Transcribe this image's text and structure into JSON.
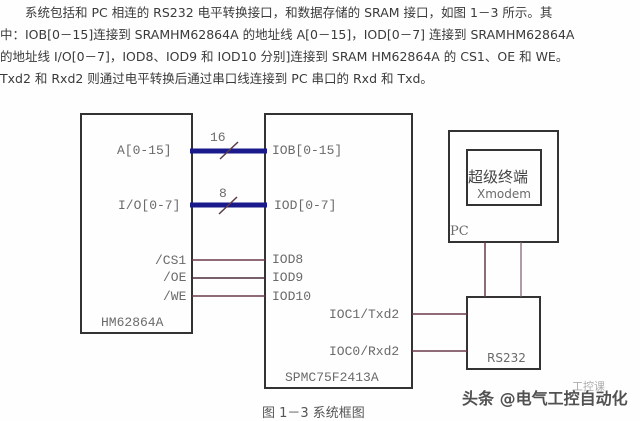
{
  "paragraph": {
    "lines": [
      "　　系统包括和 PC 相连的 RS232 电平转换接口，和数据存储的 SRAM 接口，如图 1－3 所示。其",
      "中：IOB[0－15]连接到 SRAMHM62864A 的地址线 A[0－15]，IOD[0－7] 连接到 SRAMHM62864A",
      "的地址线 I/O[0－7]，IOD8、IOD9 和 IOD10 分别]连接到 SRAM  HM62864A 的 CS1、OE 和 WE。",
      "Txd2 和 Rxd2 则通过电平转换后通过串口线连接到 PC 串口的 Rxd 和 Txd。"
    ]
  },
  "diagram": {
    "sram": {
      "name": "HM62864A",
      "pins": [
        "A[0-15]",
        "I/O[0-7]",
        "/CS1",
        "/OE",
        "/WE"
      ]
    },
    "mcu": {
      "name": "SPMC75F2413A",
      "pins": [
        "IOB[0-15]",
        "IOD[0-7]",
        "IOD8",
        "IOD9",
        "IOD10",
        "IOC1/Txd2",
        "IOC0/Rxd2"
      ]
    },
    "buses": [
      {
        "width_label": "16",
        "from": "A[0-15]",
        "to": "IOB[0-15]"
      },
      {
        "width_label": "8",
        "from": "I/O[0-7]",
        "to": "IOD[0-7]"
      }
    ],
    "pc": {
      "label": "PC",
      "terminal_title": "超级终端",
      "terminal_sub": "Xmodem"
    },
    "rs232": {
      "label": "RS232"
    },
    "colors": {
      "bus": "#1a1a8c",
      "signal": "#5a2a3a",
      "box": "#333333"
    }
  },
  "caption": "图 1－3  系统框图",
  "watermark": {
    "main": "头条 @电气工控自动化",
    "small": "工控课"
  }
}
